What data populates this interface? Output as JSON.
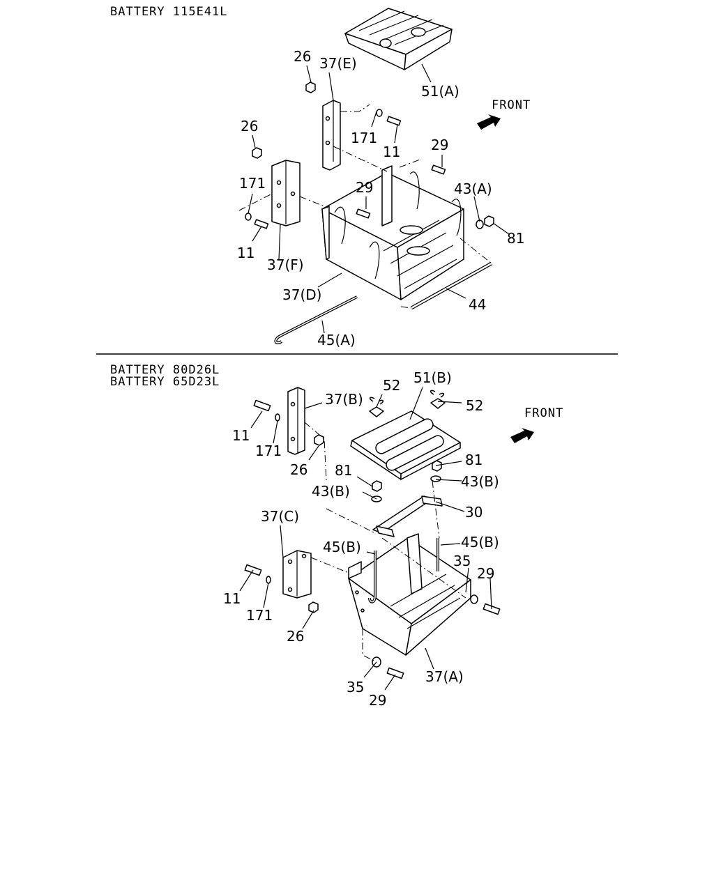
{
  "sections": [
    {
      "headers": [
        "BATTERY 115E41L"
      ]
    },
    {
      "headers": [
        "BATTERY 80D26L",
        "BATTERY 65D23L"
      ]
    }
  ],
  "front_labels": [
    "FRONT",
    "FRONT"
  ],
  "callouts_top": [
    "26",
    "37(E)",
    "51(A)",
    "171",
    "11",
    "26",
    "171",
    "29",
    "29",
    "43(A)",
    "81",
    "11",
    "37(F)",
    "37(D)",
    "44",
    "45(A)"
  ],
  "callouts_bottom": [
    "52",
    "51(B)",
    "52",
    "37(B)",
    "11",
    "171",
    "26",
    "81",
    "81",
    "43(B)",
    "43(B)",
    "30",
    "37(C)",
    "45(B)",
    "45(B)",
    "35",
    "29",
    "11",
    "171",
    "26",
    "35",
    "29",
    "37(A)"
  ]
}
